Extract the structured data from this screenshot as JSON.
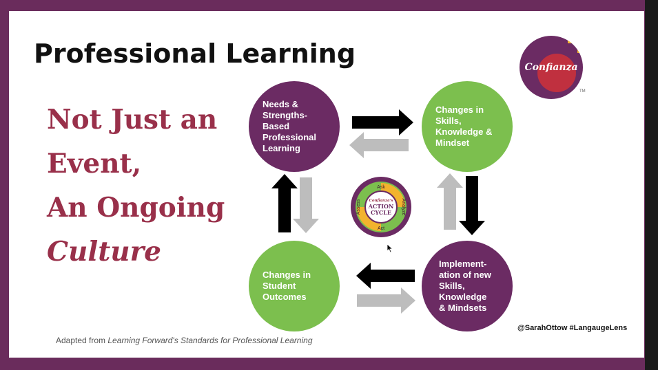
{
  "slide": {
    "title": "Professional Learning",
    "tagline": {
      "line1": "Not Just an",
      "line2": "Event,",
      "line3": "An Ongoing",
      "line4": "Culture"
    },
    "footer": {
      "prefix": "Adapted from ",
      "source": "Learning Forward's Standards for Professional Learning"
    },
    "hashtag": "@SarahOttow #LangaugeLens"
  },
  "logo": {
    "text": "Confianza",
    "trademark": "TM"
  },
  "diagram": {
    "nodes": {
      "needs": "Needs & Strengths-Based Professional Learning",
      "changes_skills": "Changes in Skills, Knowledge & Mindset",
      "implementation": "Implement-ation of new Skills, Knowledge & Mindsets",
      "student_outcomes": "Changes in Student Outcomes"
    },
    "action_cycle": {
      "brand": "Confianza's",
      "title_line1": "ACTION",
      "title_line2": "CYCLE",
      "ask": "Ask",
      "analyze": "Analyze",
      "act": "Act",
      "assess": "Assess"
    }
  },
  "colors": {
    "frame": "#6a2c5c",
    "purple": "#6b2b63",
    "green": "#7cbf4e",
    "maroon_text": "#99304a",
    "arrow_dark": "#000000",
    "arrow_light": "#bdbdbd",
    "logo_red": "#c0303f",
    "logo_gold": "#f2b32e"
  }
}
